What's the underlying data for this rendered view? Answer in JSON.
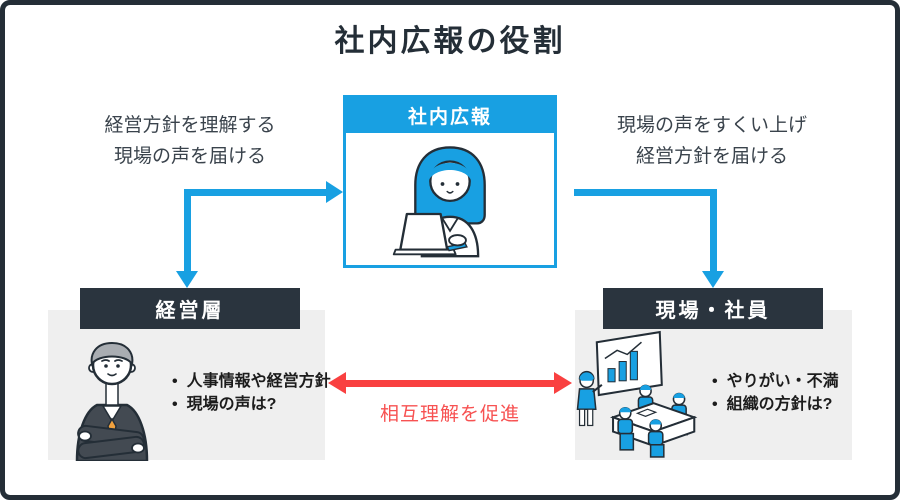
{
  "title": "社内広報の役割",
  "hub": {
    "label": "社内広報",
    "illustration": "woman-working-on-laptop"
  },
  "flow_notes": {
    "left": {
      "lines": [
        "経営方針を理解する",
        "現場の声を届ける"
      ]
    },
    "right": {
      "lines": [
        "現場の声をすくい上げ",
        "経営方針を届ける"
      ]
    }
  },
  "groups": {
    "management": {
      "label": "経営層",
      "bullets": [
        "人事情報や経営方針",
        "現場の声は?"
      ],
      "illustration": "executive-with-crossed-arms"
    },
    "employees": {
      "label": "現場・社員",
      "bullets": [
        "やりがい・不満",
        "組織の方針は?"
      ],
      "illustration": "team-meeting-with-whiteboard"
    }
  },
  "mutual_understanding_label": "相互理解を促進",
  "colors": {
    "accent_blue": "#18A0E2",
    "dark_navy": "#242E37",
    "panel_gray": "#EFEFEF",
    "alert_red": "#F94040",
    "tie_orange": "#F0A13E"
  }
}
